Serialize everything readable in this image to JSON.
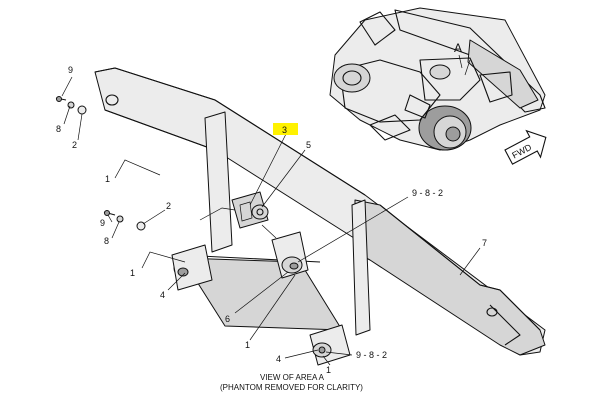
{
  "callouts": {
    "c9_top": "9",
    "c8_top": "8",
    "c2_top": "2",
    "c1_top": "1",
    "c3": "3",
    "c5": "5",
    "c9_mid": "9",
    "c8_mid": "8",
    "c2_mid": "2",
    "c1_mid": "1",
    "c982_top": "9 - 8 - 2",
    "c7": "7",
    "c4_left": "4",
    "c6": "6",
    "c1_center": "1",
    "c4_bottom": "4",
    "c1_bottom": "1",
    "c982_bottom": "9 - 8 - 2",
    "area_a": "A",
    "fwd": "FWD"
  },
  "caption": {
    "line1": "VIEW OF AREA A",
    "line2": "(PHANTOM REMOVED FOR CLARITY)"
  },
  "colors": {
    "highlight": "#fff200",
    "line": "#111111",
    "shade": "#d6d6d6"
  }
}
